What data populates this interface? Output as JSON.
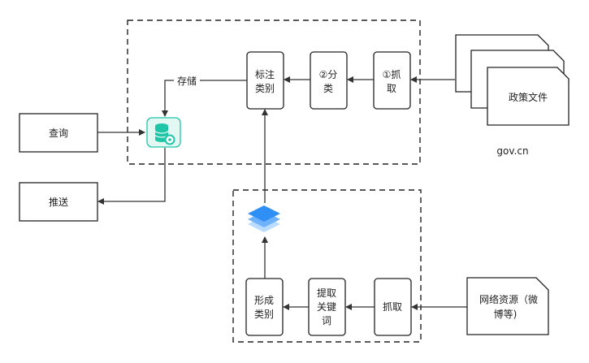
{
  "nodes": {
    "query": "查询",
    "push": "推送",
    "label_category": [
      "标注",
      "类别"
    ],
    "classify": [
      "②分",
      "类"
    ],
    "crawl_gov": [
      "①抓",
      "取"
    ],
    "policy_files": "政策文件",
    "source_gov": "gov.cn",
    "form_category": [
      "形成",
      "类别"
    ],
    "extract_keywords": [
      "提取",
      "关键",
      "词"
    ],
    "crawl_web": "抓取",
    "web_resources": [
      "网络资源（微",
      "博等)"
    ]
  },
  "edge_labels": {
    "store": "存储"
  },
  "icons": {
    "database": "database-settings-icon",
    "layers": "layers-stack-icon"
  },
  "colors": {
    "database_teal": "#1ec6a7",
    "database_bg": "#e3f7f3",
    "layers_blue": "#2f8ff5",
    "line": "#333333",
    "dashed_border": "#222222"
  }
}
